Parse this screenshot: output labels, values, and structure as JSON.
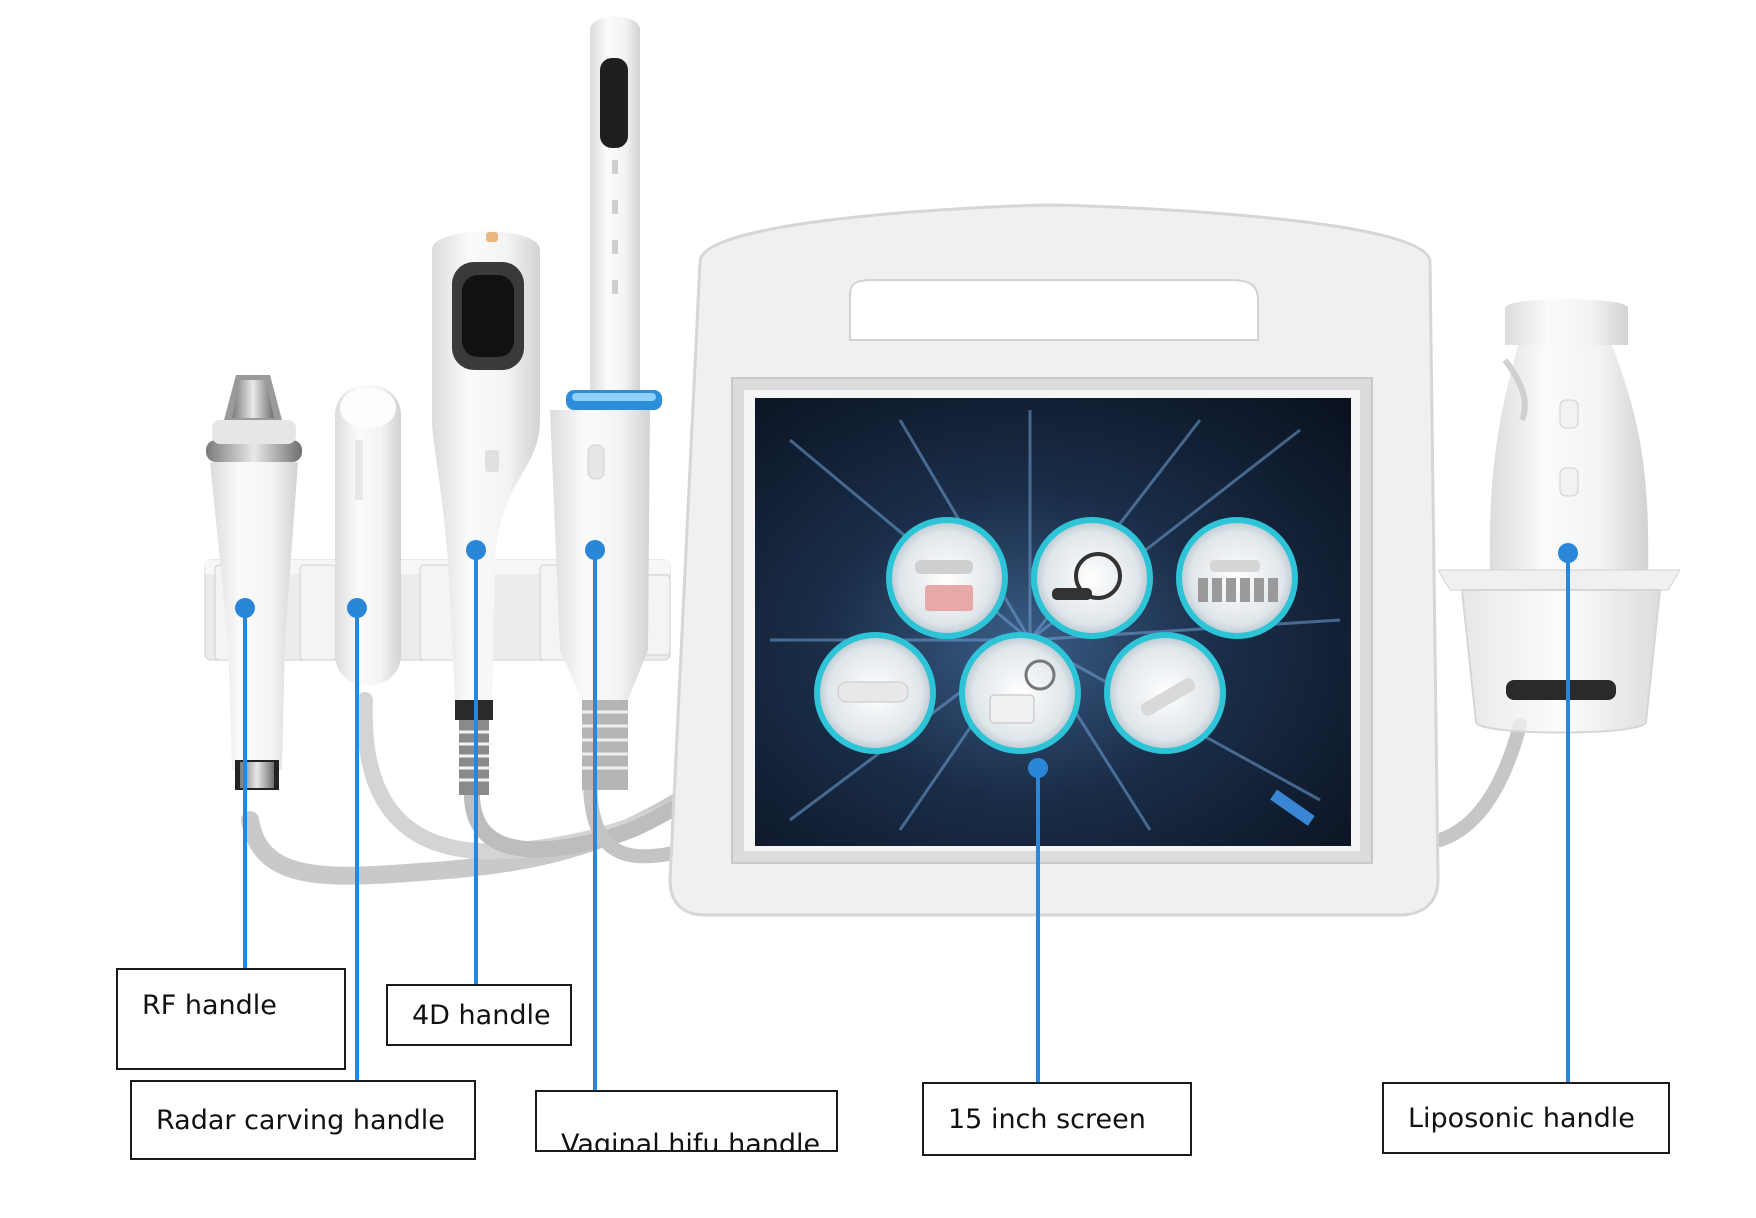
{
  "accent_color": "#2a86d8",
  "device": {
    "screen_icons": [
      "hifu-handle-icon",
      "vaginal-probe-icon",
      "cartridges-icon",
      "rf-handle-icon",
      "liposonic-head-icon",
      "radar-handle-icon"
    ]
  },
  "callouts": {
    "rf_handle": "RF handle",
    "radar_carving_handle": "Radar carving handle",
    "fourd_handle": "4D handle",
    "vaginal_hifu_handle": "Vaginal hifu handle",
    "screen": "15 inch screen",
    "liposonic_handle": "Liposonic handle"
  }
}
